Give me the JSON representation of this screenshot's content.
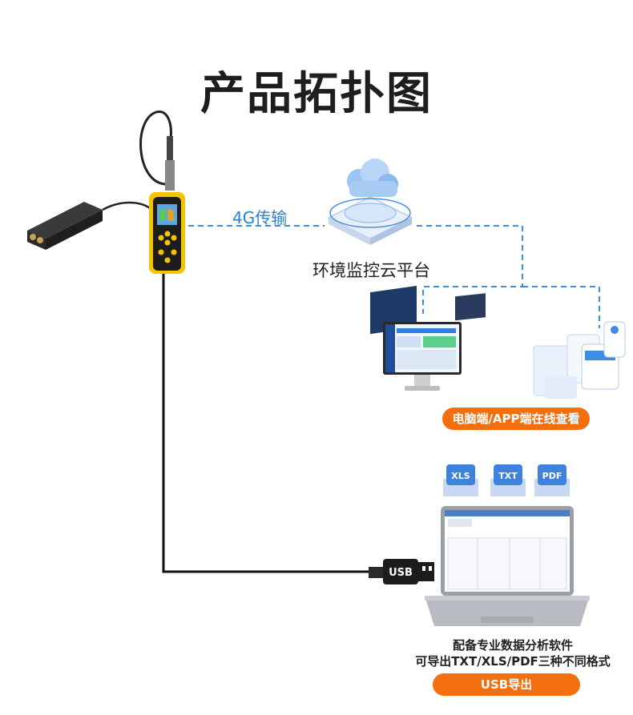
{
  "title": "产品拓扑图",
  "transmission_label": "4G传输",
  "cloud_label": "环境监控云平台",
  "online_view_label": "电脑端/APP端在线查看",
  "software_line1": "配备专业数据分析软件",
  "software_line2": "可导出TXT/XLS/PDF三种不同格式",
  "usb_export_label": "USB导出",
  "usb_plug_text": "USB",
  "file_formats": [
    "XLS",
    "TXT",
    "PDF"
  ],
  "colors": {
    "accent_orange": "#f36f0e",
    "link_blue": "#2a7fd4",
    "device_yellow": "#f5c400"
  }
}
